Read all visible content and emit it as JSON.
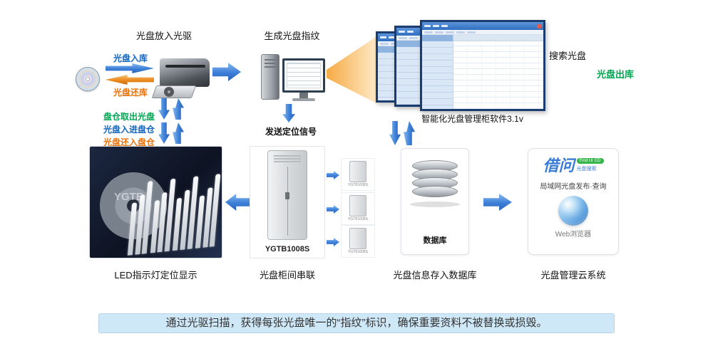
{
  "colors": {
    "arrow_blue": "#3c7fd8",
    "arrow_orange": "#ec8a1e",
    "text_blue": "#1565c0",
    "text_green": "#00a651",
    "text_orange": "#e8720c",
    "banner_bg": "#cfe8f7",
    "titlebar": "#2f6fc1"
  },
  "flow": {
    "drive_title": "光盘放入光驱",
    "fingerprint_title": "生成光盘指纹",
    "disc_in": "光盘入库",
    "disc_return": "光盘还库",
    "bin_take": "盘仓取出光盘",
    "bin_in": "光盘入进盘仓",
    "bin_return": "光盘还入盘仓",
    "send_signal": "发送定位信号",
    "search_disc": "搜索光盘",
    "disc_out": "光盘出库",
    "software_name": "智能化光盘管理柜软件3.1v"
  },
  "stations": {
    "led": {
      "caption": "LED指示灯定位显示",
      "watermark": "YGTB"
    },
    "cabinet": {
      "caption": "光盘柜间串联",
      "model": "YGTB1008S"
    },
    "database": {
      "caption": "光盘信息存入数据库",
      "label": "数据库"
    },
    "cloud": {
      "caption": "光盘管理云系统",
      "brand": "借问",
      "badge": "Find Ur CD",
      "brand_sub": "光盘搜索",
      "desc": "局域网光盘发布·查询",
      "browser": "Web浏览器"
    }
  },
  "banner": {
    "text": "通过光驱扫描，获得每张光盘唯一的“指纹”标识，确保重要资料不被替换或损毁。"
  }
}
